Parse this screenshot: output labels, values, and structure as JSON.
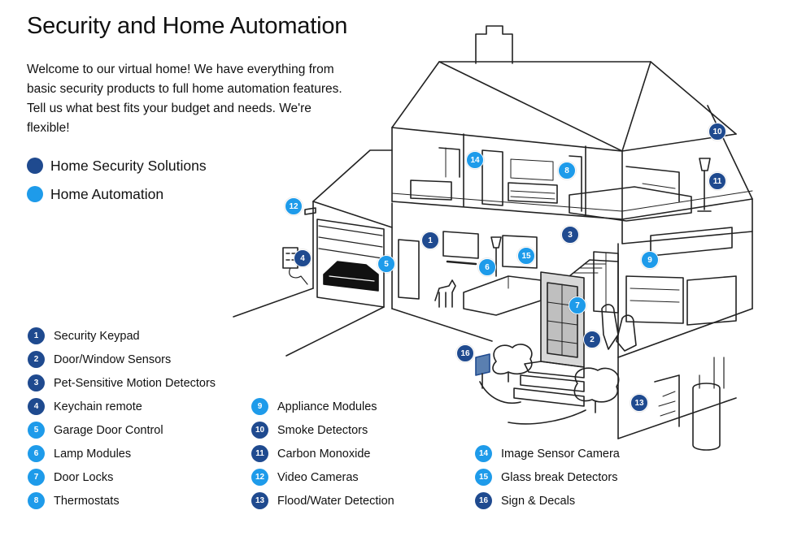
{
  "header": {
    "title": "Security and Home Automation",
    "intro": "Welcome to our virtual home! We have everything from basic security products to full home automation features. Tell us what best fits your budget and needs. We're flexible!"
  },
  "legend": [
    {
      "label": "Home Security Solutions",
      "color": "#1f4a8f"
    },
    {
      "label": "Home Automation",
      "color": "#1e9bea"
    }
  ],
  "features": [
    {
      "num": "1",
      "label": "Security Keypad",
      "type": "security"
    },
    {
      "num": "2",
      "label": "Door/Window Sensors",
      "type": "security"
    },
    {
      "num": "3",
      "label": "Pet-Sensitive Motion Detectors",
      "type": "security"
    },
    {
      "num": "4",
      "label": "Keychain remote",
      "type": "security"
    },
    {
      "num": "5",
      "label": "Garage Door Control",
      "type": "automation"
    },
    {
      "num": "6",
      "label": "Lamp Modules",
      "type": "automation"
    },
    {
      "num": "7",
      "label": "Door Locks",
      "type": "automation"
    },
    {
      "num": "8",
      "label": "Thermostats",
      "type": "automation"
    },
    {
      "num": "9",
      "label": "Appliance Modules",
      "type": "automation"
    },
    {
      "num": "10",
      "label": "Smoke Detectors",
      "type": "security"
    },
    {
      "num": "11",
      "label": "Carbon Monoxide",
      "type": "security"
    },
    {
      "num": "12",
      "label": "Video Cameras",
      "type": "automation"
    },
    {
      "num": "13",
      "label": "Flood/Water Detection",
      "type": "security"
    },
    {
      "num": "14",
      "label": "Image Sensor Camera",
      "type": "automation"
    },
    {
      "num": "15",
      "label": "Glass break Detectors",
      "type": "automation"
    },
    {
      "num": "16",
      "label": "Sign & Decals",
      "type": "security"
    }
  ],
  "callouts": {
    "c1": "1",
    "c2": "2",
    "c3": "3",
    "c4": "4",
    "c5": "5",
    "c6": "6",
    "c7": "7",
    "c8": "8",
    "c9": "9",
    "c10": "10",
    "c11": "11",
    "c12": "12",
    "c13": "13",
    "c14": "14",
    "c15": "15",
    "c16": "16"
  }
}
